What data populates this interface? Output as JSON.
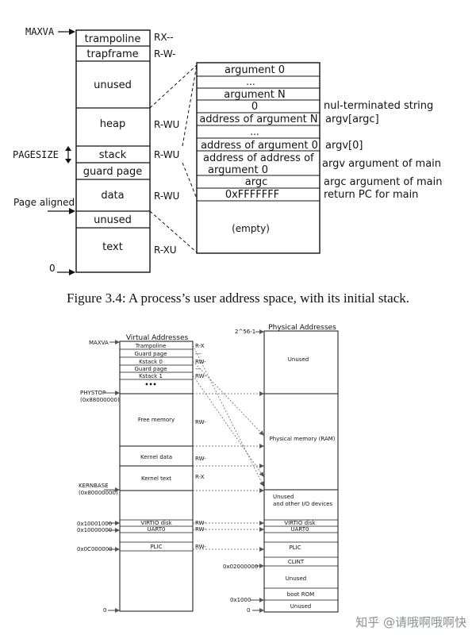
{
  "figure1": {
    "caption": "Figure 3.4: A process’s user address space, with its initial stack.",
    "side_labels": {
      "maxva": "MAXVA",
      "pagesize": "PAGESIZE",
      "page_aligned": "Page aligned",
      "zero": "0"
    },
    "regions": [
      {
        "label": "trampoline",
        "perm": "RX--"
      },
      {
        "label": "trapframe",
        "perm": "R-W-"
      },
      {
        "label": "unused",
        "perm": ""
      },
      {
        "label": "heap",
        "perm": "R-WU"
      },
      {
        "label": "stack",
        "perm": "R-WU"
      },
      {
        "label": "guard page",
        "perm": ""
      },
      {
        "label": "data",
        "perm": "R-WU"
      },
      {
        "label": "unused",
        "perm": ""
      },
      {
        "label": "text",
        "perm": "R-XU"
      }
    ],
    "stack_rows": [
      {
        "label": "argument 0",
        "note": ""
      },
      {
        "label": "...",
        "note": ""
      },
      {
        "label": "argument N",
        "note": ""
      },
      {
        "label": "0",
        "note": "nul-terminated string"
      },
      {
        "label": "address of argument N",
        "note": "argv[argc]"
      },
      {
        "label": "...",
        "note": ""
      },
      {
        "label": "address of argument 0",
        "note": "argv[0]"
      },
      {
        "label": "address of address of argument 0",
        "note": "argv argument of main"
      },
      {
        "label": "argc",
        "note": "argc argument of main"
      },
      {
        "label": "0xFFFFFFF",
        "note": "return PC for main"
      },
      {
        "label": "(empty)",
        "note": ""
      }
    ]
  },
  "figure2": {
    "virtual_title": "Virtual Addresses",
    "physical_title": "Physical Addresses",
    "virtual_rows": [
      {
        "label": "Trampoline",
        "perm": "R-X"
      },
      {
        "label": "Guard page",
        "perm": "---"
      },
      {
        "label": "Kstack 0",
        "perm": "RW-"
      },
      {
        "label": "Guard page",
        "perm": "---"
      },
      {
        "label": "Kstack 1",
        "perm": "RW-"
      },
      {
        "label": "•••",
        "perm": ""
      },
      {
        "label": "Free memory",
        "perm": "RW-"
      },
      {
        "label": "Kernel data",
        "perm": "RW-"
      },
      {
        "label": "Kernel text",
        "perm": "R-X"
      },
      {
        "label": "",
        "perm": ""
      },
      {
        "label": "VIRTIO disk",
        "perm": "RW-"
      },
      {
        "label": "UART0",
        "perm": "RW-"
      },
      {
        "label": "",
        "perm": ""
      },
      {
        "label": "PLIC",
        "perm": "RW-"
      },
      {
        "label": "",
        "perm": ""
      }
    ],
    "virtual_addresses": [
      "MAXVA",
      "PHYSTOP",
      "(0x88000000)",
      "KERNBASE",
      "(0x80000000)",
      "0x10001000",
      "0x10000000",
      "0x0C000000",
      "0"
    ],
    "physical_rows": [
      {
        "label": "Unused"
      },
      {
        "label": "Physical memory (RAM)"
      },
      {
        "label": "Unused"
      },
      {
        "label": "and other I/O devices"
      },
      {
        "label": "VIRTIO disk"
      },
      {
        "label": "UART0"
      },
      {
        "label": "PLIC"
      },
      {
        "label": "CLINT"
      },
      {
        "label": "Unused"
      },
      {
        "label": "boot ROM"
      },
      {
        "label": "Unused"
      }
    ],
    "physical_addresses": [
      "2^56-1",
      "0x02000000",
      "0x1000",
      "0"
    ]
  },
  "watermark": "知乎 @请哦啊哦啊快"
}
